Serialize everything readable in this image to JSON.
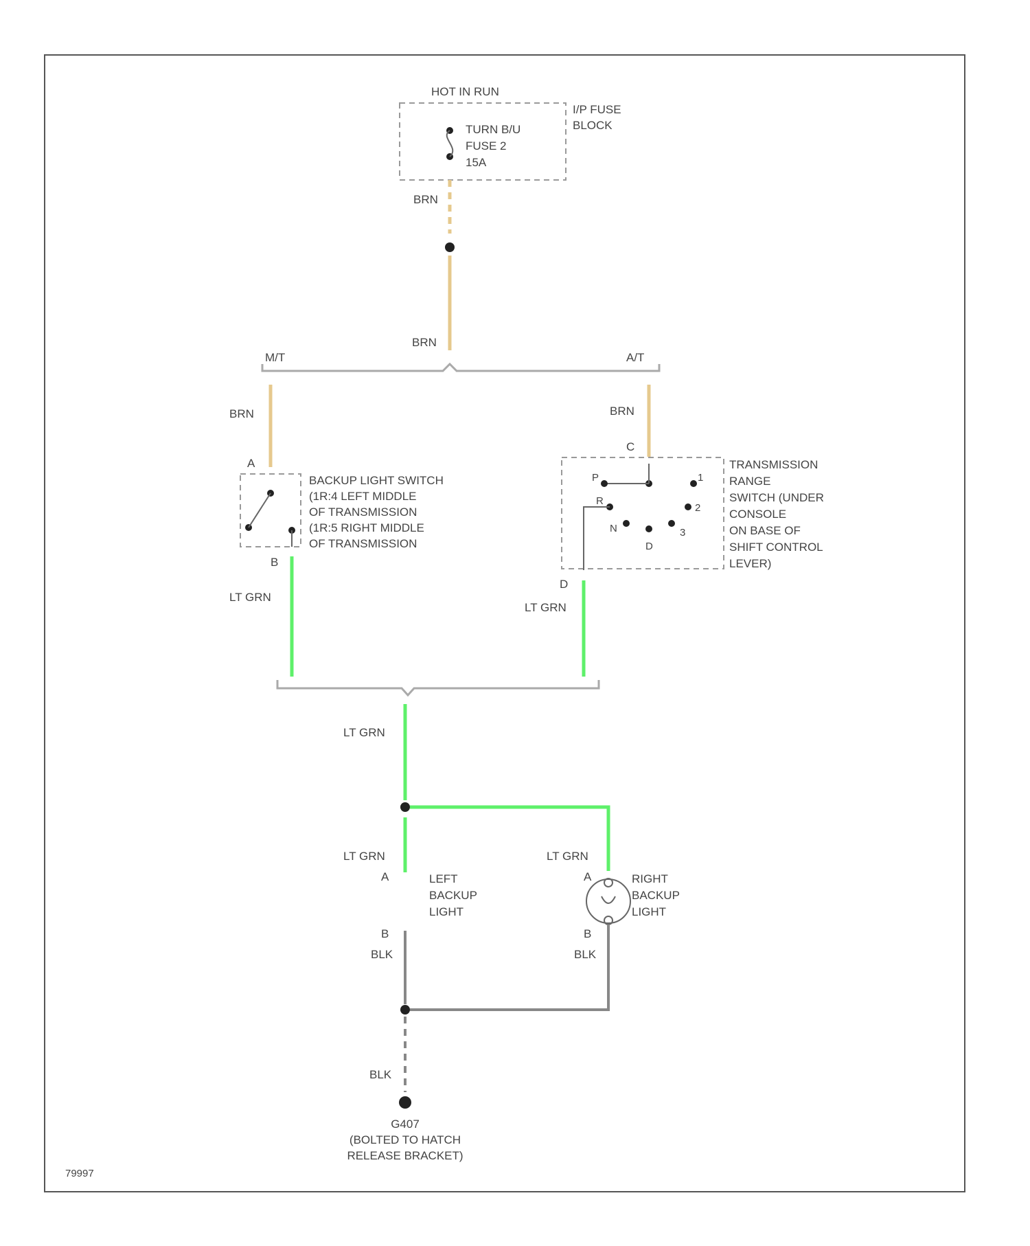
{
  "fuse": {
    "hot_label": "HOT IN RUN",
    "block_label": [
      "I/P FUSE",
      "BLOCK"
    ],
    "fuse_label": [
      "TURN B/U",
      "FUSE 2",
      "15A"
    ]
  },
  "wires": {
    "brn": "BRN",
    "lt_grn": "LT GRN",
    "blk": "BLK"
  },
  "branches": {
    "manual": "M/T",
    "auto": "A/T"
  },
  "backup_switch": {
    "pin_a": "A",
    "pin_b": "B",
    "label": [
      "BACKUP LIGHT SWITCH",
      "(1R:4 LEFT MIDDLE",
      "OF TRANSMISSION",
      "(1R:5 RIGHT MIDDLE",
      "OF TRANSMISSION"
    ]
  },
  "range_switch": {
    "pin_c": "C",
    "pin_d": "D",
    "positions": [
      "P",
      "R",
      "N",
      "D",
      "3",
      "2",
      "1"
    ],
    "label": [
      "TRANSMISSION",
      "RANGE",
      "SWITCH (UNDER",
      "CONSOLE",
      "ON BASE OF",
      "SHIFT CONTROL",
      "LEVER)"
    ]
  },
  "left_light": {
    "pin_a": "A",
    "pin_b": "B",
    "label": [
      "LEFT",
      "BACKUP",
      "LIGHT"
    ]
  },
  "right_light": {
    "pin_a": "A",
    "pin_b": "B",
    "label": [
      "RIGHT",
      "BACKUP",
      "LIGHT"
    ]
  },
  "ground": {
    "label": [
      "G407",
      "(BOLTED TO HATCH",
      "RELEASE BRACKET)"
    ]
  },
  "figure_id": "79997",
  "colors": {
    "brn": "#e6c98e",
    "lt_grn": "#5ef06a",
    "blk": "#888888"
  }
}
